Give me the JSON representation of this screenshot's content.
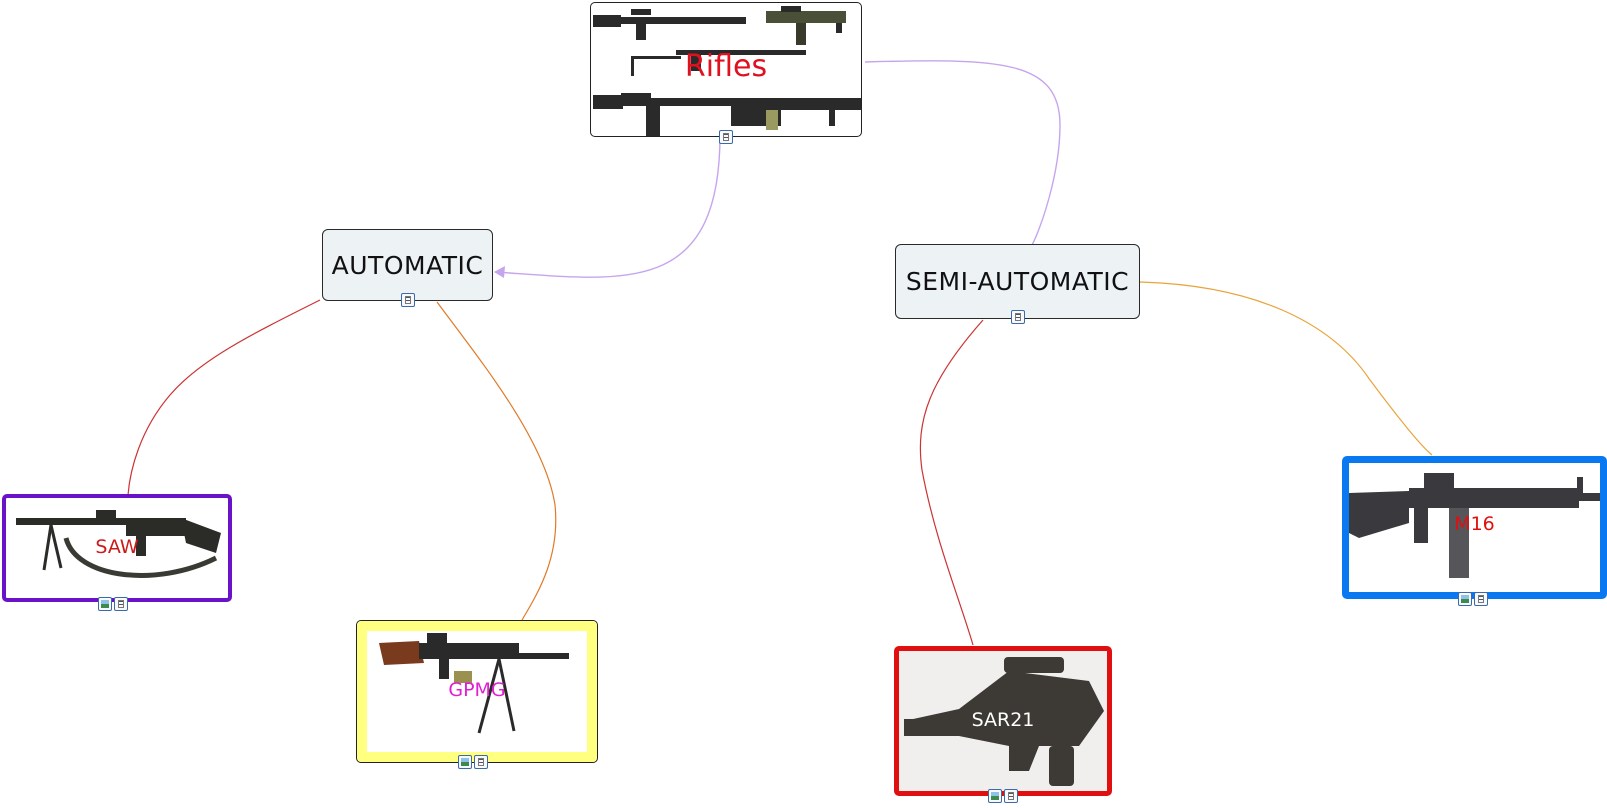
{
  "map": {
    "root": {
      "label": "Rifles",
      "label_color": "#e0101e"
    },
    "automatic": {
      "label": "AUTOMATIC"
    },
    "semi_automatic": {
      "label": "SEMI-AUTOMATIC"
    },
    "leaves": {
      "saw": {
        "label": "SAW",
        "border_color": "#6a12c8",
        "label_color": "#cc1a1a"
      },
      "gpmg": {
        "label": "GPMG",
        "border_color": "#ffff80",
        "label_color": "#e020d0"
      },
      "sar21": {
        "label": "SAR21",
        "border_color": "#e01010",
        "label_color": "#ffffff"
      },
      "m16": {
        "label": "M16",
        "border_color": "#0a78f0",
        "label_color": "#e01010"
      }
    }
  },
  "connector_colors": {
    "root_links": "#c6a5ee",
    "saw": "#cc3333",
    "gpmg": "#e07a28",
    "sar21": "#cc3333",
    "m16": "#e8a43a"
  },
  "icons": {
    "image": "image-icon",
    "note": "note-icon"
  }
}
